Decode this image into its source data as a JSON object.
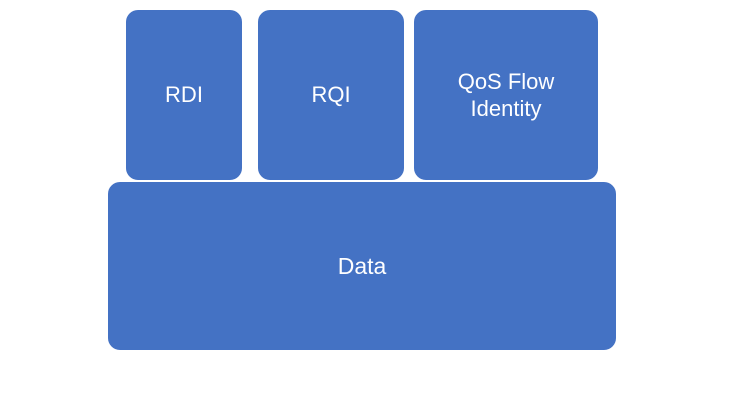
{
  "diagram": {
    "type": "packet-structure",
    "background_color": "#ffffff",
    "box_color": "#4472c4",
    "box_border_color": "#ffffff",
    "text_color": "#ffffff",
    "boxes": [
      {
        "id": "rdi",
        "label": "RDI"
      },
      {
        "id": "rqi",
        "label": "RQI"
      },
      {
        "id": "qos_flow_identity",
        "label": "QoS Flow\nIdentity"
      },
      {
        "id": "data",
        "label": "Data"
      }
    ]
  }
}
